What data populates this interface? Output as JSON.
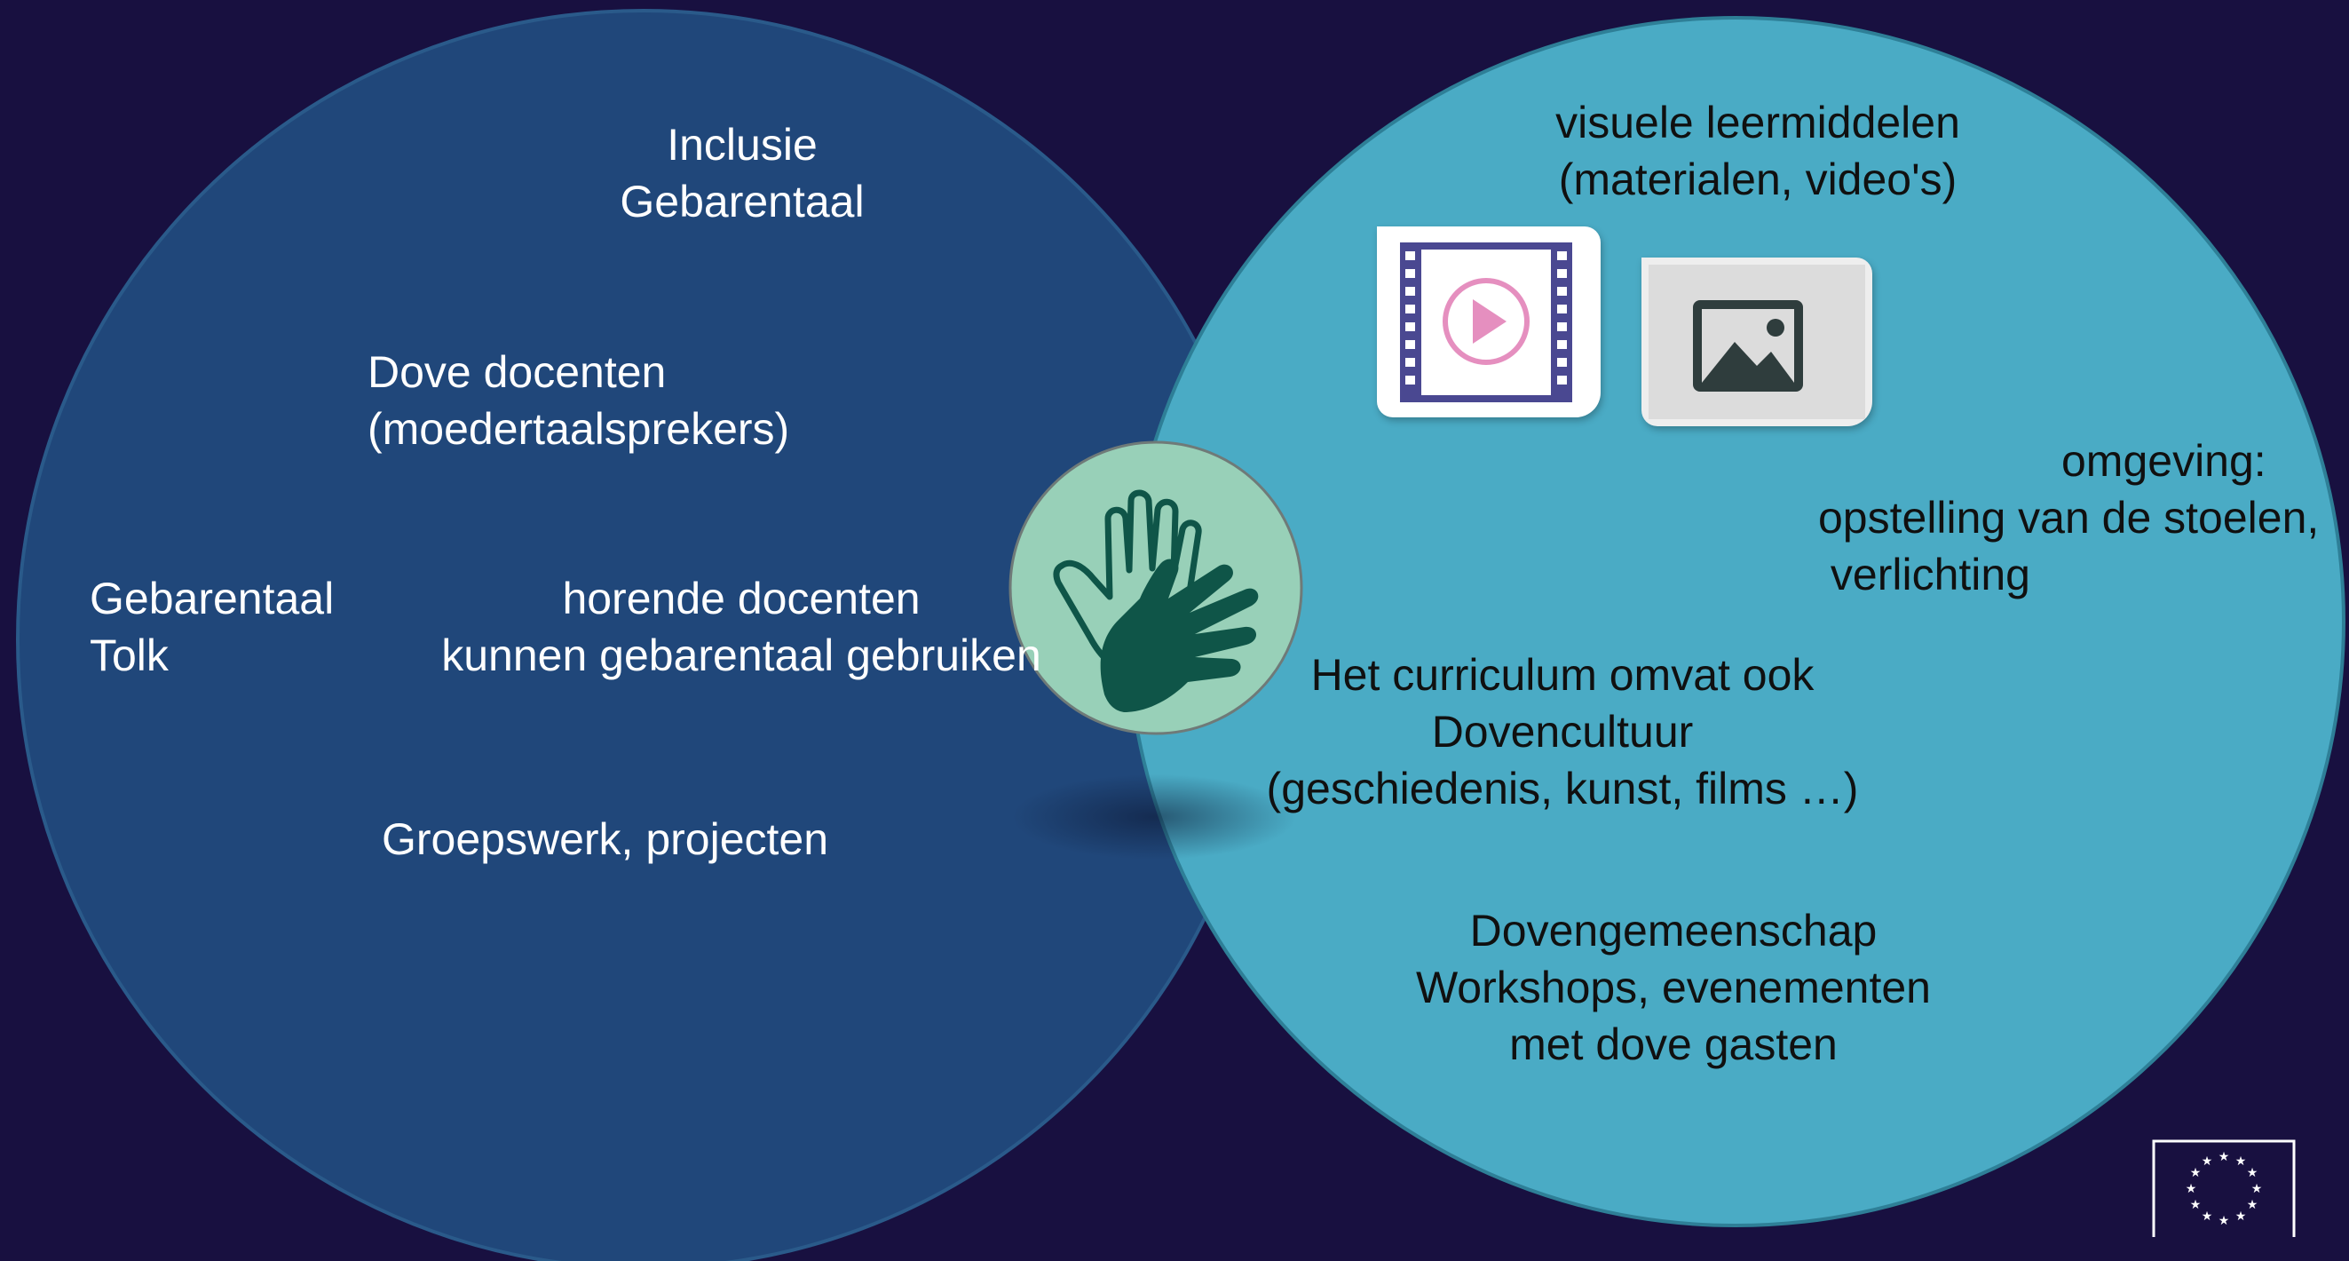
{
  "colors": {
    "background": "#181040",
    "left_circle": "#20477a",
    "right_circle": "#4aabc5",
    "hand_badge": "#98d0b8",
    "hand_dark": "#0f5548",
    "video_accent": "#e58fbf",
    "video_frame": "#4a4891"
  },
  "left_circle": {
    "inclusie": "Inclusie\nGebarentaal",
    "dove_docenten": "Dove docenten\n(moedertaalsprekers)",
    "gebarentaal_tolk": "Gebarentaal\nTolk",
    "horende_docenten": "horende docenten\nkunnen gebarentaal gebruiken",
    "groepswerk": "Groepswerk, projecten"
  },
  "right_circle": {
    "visuele_leermiddelen": "visuele leermiddelen\n(materialen, video's)",
    "omgeving_title": "omgeving:",
    "omgeving_detail": "opstelling van de stoelen,\n verlichting",
    "curriculum": "Het curriculum omvat ook\nDovencultuur\n(geschiedenis, kunst, films …)",
    "dovengemeenschap": "Dovengemeenschap\nWorkshops, evenementen\nmet dove gasten"
  },
  "icons": {
    "center": "sign-language-hands-icon",
    "video": "video-play-icon",
    "image": "image-icon",
    "logo": "eu-flag-logo"
  }
}
